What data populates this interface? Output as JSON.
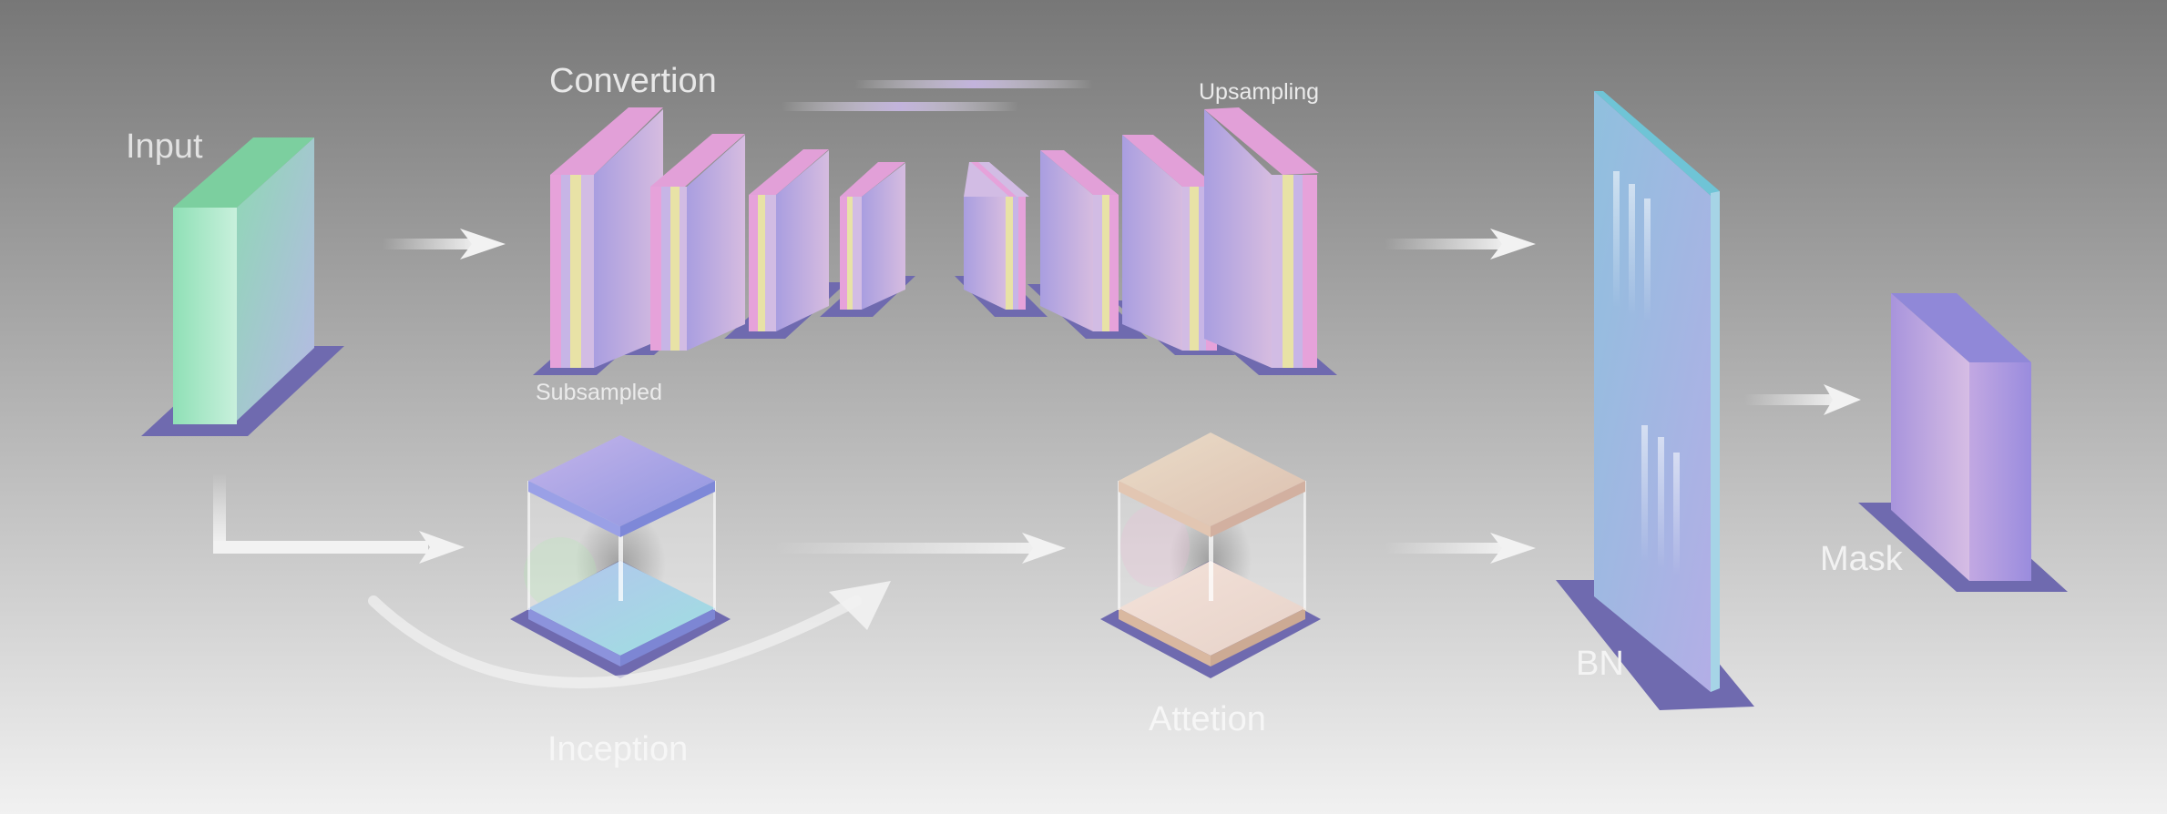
{
  "labels": {
    "input": "Input",
    "convertion": "Convertion",
    "upsampling": "Upsampling",
    "subsampled": "Subsampled",
    "inception": "Inception",
    "attetion": "Attetion",
    "bn": "BN",
    "mask": "Mask"
  },
  "colors": {
    "background_top": "#787878",
    "background_bottom": "#f0f0f0",
    "input_block": "#7fd6a8",
    "encoder_decoder_block": "#b9a6e0",
    "stripe_pink": "#e29ad8",
    "stripe_yellow": "#e8e29a",
    "shadow": "#6f6aaf",
    "inception_plate": "#a6a3e6",
    "attention_plate": "#e6cdb8",
    "bn_block": "#8fb7e0",
    "mask_block": "#a48fdc",
    "arrow": "#f2f2f2"
  },
  "icons": {
    "flow_arrow": "right-arrow-icon",
    "skip_arrow": "curved-arrow-icon"
  }
}
